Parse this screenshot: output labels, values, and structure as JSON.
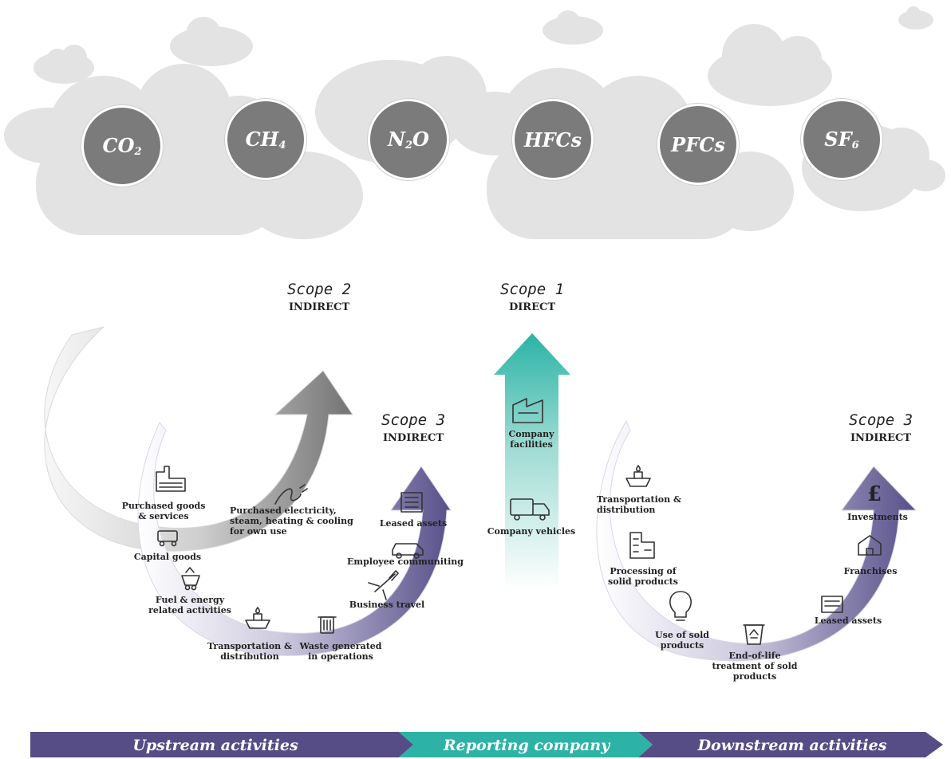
{
  "gases": [
    {
      "base": "CO",
      "sub": "2"
    },
    {
      "base": "CH",
      "sub": "4"
    },
    {
      "base": "N",
      "sub": "2",
      "tail": "O"
    },
    {
      "base": "HFCs",
      "sub": ""
    },
    {
      "base": "PFCs",
      "sub": ""
    },
    {
      "base": "SF",
      "sub": "6"
    }
  ],
  "scopes": {
    "scope2": {
      "title": "Scope 2",
      "sub": "INDIRECT"
    },
    "scope1": {
      "title": "Scope 1",
      "sub": "DIRECT"
    },
    "scope3_up": {
      "title": "Scope 3",
      "sub": "INDIRECT"
    },
    "scope3_down": {
      "title": "Scope 3",
      "sub": "INDIRECT"
    }
  },
  "scope2_items": {
    "electricity": "Purchased electricity, steam, heating & cooling for own use"
  },
  "scope1_items": {
    "facilities": "Company facilities",
    "vehicles": "Company vehicles"
  },
  "upstream_items": {
    "purchased_goods": "Purchased goods & services",
    "capital_goods": "Capital goods",
    "fuel_energy": "Fuel & energy related activities",
    "transportation": "Transportation & distribution",
    "waste": "Waste generated in operations",
    "business_travel": "Business travel",
    "employee_commuting": "Employee communiting",
    "leased_assets": "Leased assets"
  },
  "downstream_items": {
    "transportation": "Transportation & distribution",
    "processing": "Processing of solid products",
    "use": "Use of sold products",
    "end_of_life": "End-of-life treatment of sold products",
    "leased_assets": "Leased assets",
    "franchises": "Franchises",
    "investments": "Investments"
  },
  "bottom_band": {
    "upstream": "Upstream activities",
    "reporting": "Reporting company",
    "downstream": "Downstream activities"
  },
  "colors": {
    "cloud": "#e3e3e3",
    "gas_circle": "#7b7b7b",
    "scope1": "#2bb3a5",
    "scope2": "#7a7a7a",
    "scope3": "#5c5490",
    "band_purple": "#564d86",
    "band_teal": "#2db3a5"
  }
}
